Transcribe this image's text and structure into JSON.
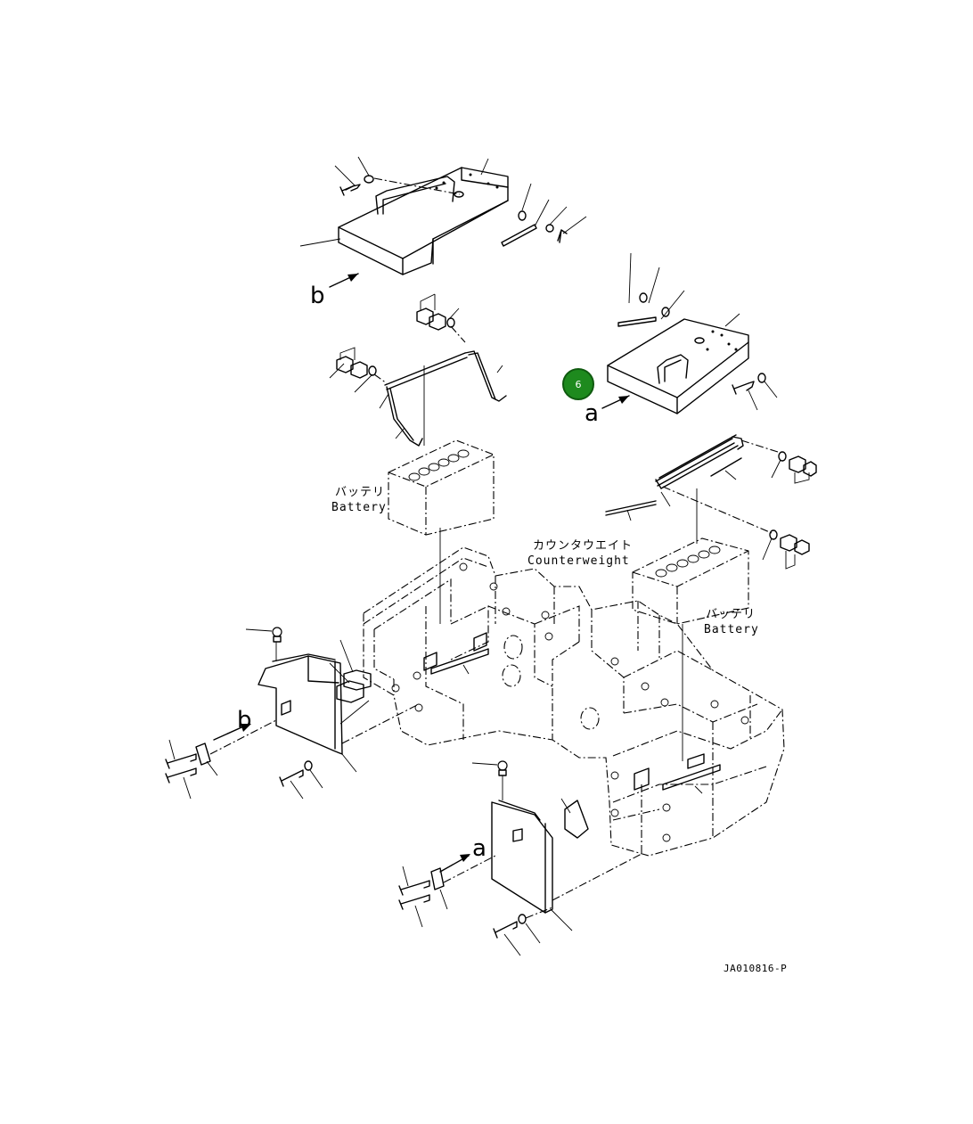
{
  "labels": {
    "battery_left_jp": "バッテリ",
    "battery_left_en": "Battery",
    "battery_right_jp": "バッテリ",
    "battery_right_en": "Battery",
    "counterweight_jp": "カウンタウエイト",
    "counterweight_en": "Counterweight"
  },
  "view_letters": {
    "b_top": "b",
    "a_right": "a",
    "b_left": "b",
    "a_bottom": "a"
  },
  "drawing_code": "JA010816-P",
  "callout": {
    "number": "6",
    "color": "#1e8a1e"
  }
}
